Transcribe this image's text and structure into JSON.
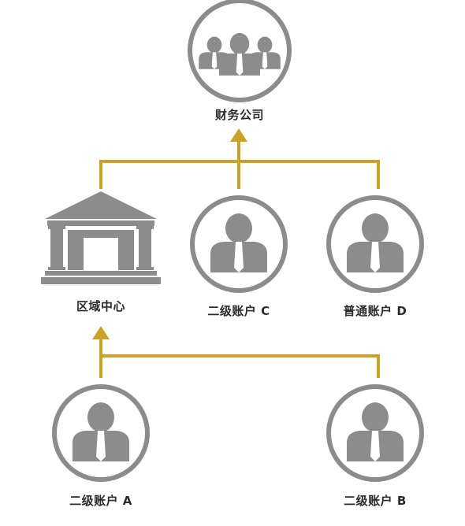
{
  "colors": {
    "connector": "#c9a227",
    "icon": "#8c8c8c",
    "ring": "#8c8c8c",
    "tie": "#ffffff",
    "label": "#2b2b2b"
  },
  "nodes": {
    "finance_company": {
      "label": "财务公司",
      "icon": "group-icon"
    },
    "regional_center": {
      "label": "区域中心",
      "icon": "bank-building-icon"
    },
    "secondary_account_c": {
      "label": "二级账户 C",
      "icon": "person-icon"
    },
    "ordinary_account_d": {
      "label": "普通账户 D",
      "icon": "person-icon"
    },
    "secondary_account_a": {
      "label": "二级账户 A",
      "icon": "person-icon"
    },
    "secondary_account_b": {
      "label": "二级账户 B",
      "icon": "person-icon"
    }
  }
}
